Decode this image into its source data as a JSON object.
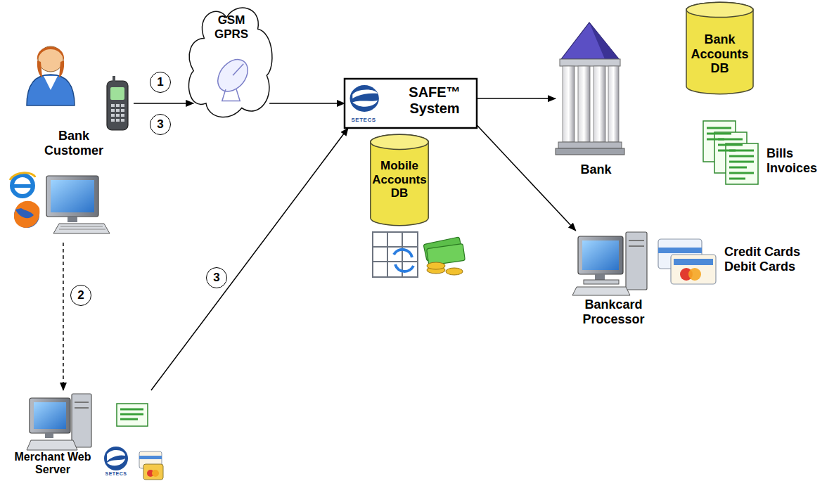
{
  "diagram": {
    "nodes": [
      {
        "text": [
          "Bank Customer"
        ]
      },
      {
        "text": [
          "GSM GPRS"
        ]
      },
      {
        "text": [
          "SAFE™ System"
        ]
      },
      {
        "text": [
          "Bank Accounts DB"
        ]
      },
      {
        "text": [
          "Bank"
        ]
      },
      {
        "text": [
          "Mobile Accounts DB"
        ]
      },
      {
        "text": [
          "Bankcard Processor"
        ]
      },
      {
        "text": [
          "Merchant Web Server"
        ]
      }
    ],
    "edges": [
      {
        "from": 0,
        "to": 1,
        "arrow": "to"
      },
      {
        "from": 1,
        "to": 2,
        "arrow": "to"
      },
      {
        "from": 2,
        "to": 4,
        "arrow": "to"
      },
      {
        "from": 2,
        "to": 6,
        "arrow": "to"
      },
      {
        "from": 0,
        "to": 7,
        "arrow": "to"
      },
      {
        "from": 7,
        "to": 2,
        "arrow": "to"
      }
    ],
    "labels": [
      "1",
      "3",
      "2",
      "3",
      "SETECS",
      "Bills Invoices",
      "Credit Cards Debit Cards",
      "SETECS"
    ]
  }
}
